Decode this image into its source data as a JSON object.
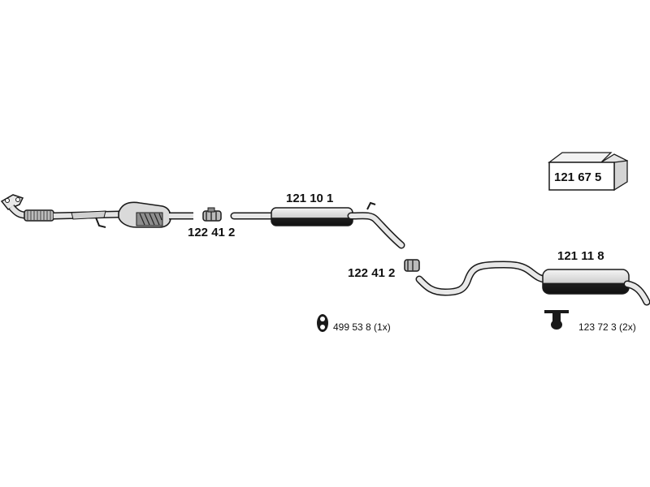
{
  "parts": {
    "kit_box": "121 67 5",
    "clamp_front": "122 41 2",
    "middle_silencer": "121 10 1",
    "clamp_rear": "122 41 2",
    "rear_silencer": "121 11 8",
    "rubber_hanger": "499 53 8 (1x)",
    "hanger_bracket": "123 72 3 (2x)"
  },
  "colors": {
    "outline": "#1a1a1a",
    "pipe_fill": "#e6e6e6",
    "shadow": "#2a2a2a",
    "box_fill": "#f2f2f2"
  }
}
